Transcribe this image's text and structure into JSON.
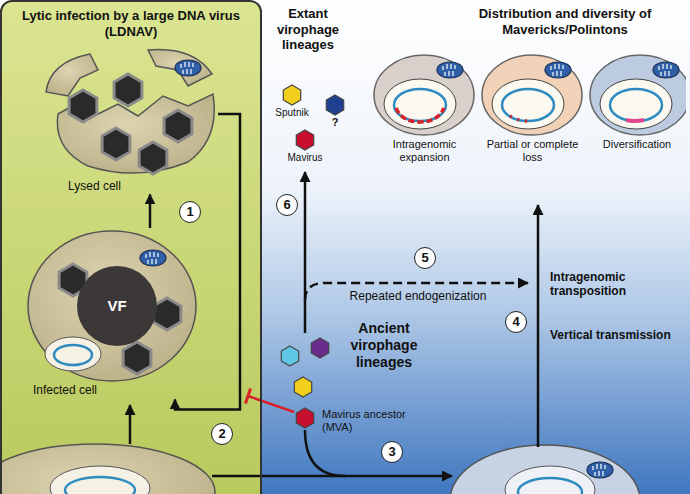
{
  "diagram": {
    "nodes": [
      {
        "text": [
          "Lytic infection by a large DNA virus (LDNAV)"
        ]
      },
      {
        "text": [
          "Lysed cell"
        ],
        "in": 0
      },
      {
        "text": [
          "Infected cell"
        ],
        "in": 0
      },
      {
        "text": [
          "VF"
        ],
        "in": 2
      },
      {
        "text": [
          "Intragenomic expansion"
        ]
      },
      {
        "text": [
          "Partial or complete loss"
        ]
      },
      {
        "text": [
          "Diversification"
        ]
      }
    ],
    "edges": [
      {
        "from": 2,
        "to": 1,
        "arrow": "to"
      },
      {
        "from": 1,
        "to": 2,
        "arrow": "to"
      }
    ],
    "labels": [
      "Extant virophage lineages",
      "Sputnik",
      "?",
      "Mavirus",
      "Distribution and diversity of Mavericks/Polintons",
      "1",
      "2",
      "3",
      "4",
      "5",
      "6",
      "Repeated endogenization",
      "Ancient virophage lineages",
      "Mavirus ancestor (MVA)",
      "Intragenomic transposition",
      "Vertical transmission"
    ]
  }
}
